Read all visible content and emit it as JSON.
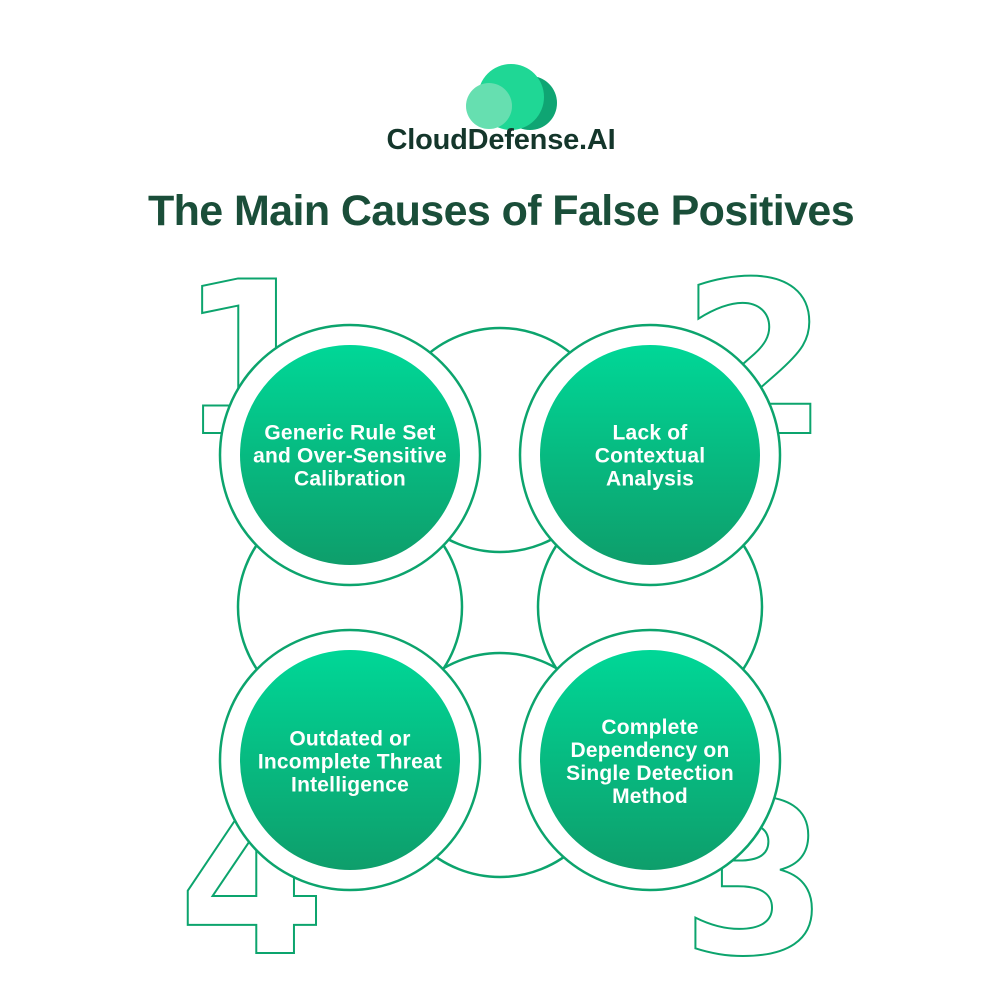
{
  "brand": {
    "name": "CloudDefense.AI"
  },
  "title": "The Main Causes of False Positives",
  "steps": [
    {
      "number": "1",
      "label": "Generic Rule Set and Over-Sensitive Calibration",
      "lines": [
        "Generic Rule Set",
        "and Over-Sensitive",
        "Calibration"
      ]
    },
    {
      "number": "2",
      "label": "Lack of Contextual Analysis",
      "lines": [
        "Lack of",
        "Contextual",
        "Analysis"
      ]
    },
    {
      "number": "3",
      "label": "Complete Dependency on Single Detection Method",
      "lines": [
        "Complete",
        "Dependency on",
        "Single Detection",
        "Method"
      ]
    },
    {
      "number": "4",
      "label": "Outdated or Incomplete Threat Intelligence",
      "lines": [
        "Outdated or",
        "Incomplete Threat",
        "Intelligence"
      ]
    }
  ],
  "icons": [
    {
      "name": "cloud-logo-icon",
      "meaning": "three overlapping green circles forming a cloud"
    }
  ],
  "colors": {
    "circle_gradient_top": "#00D797",
    "circle_gradient_bottom": "#0E9E6B",
    "outline_green": "#0CA46D",
    "title_green": "#1A4E39",
    "brand_text": "#14362B",
    "logo_circle_light": "#66DFB0",
    "logo_circle_bright": "#1FD795",
    "logo_circle_dark": "#0FA573",
    "label_text": "#FFFFFF",
    "background": "#FFFFFF"
  }
}
